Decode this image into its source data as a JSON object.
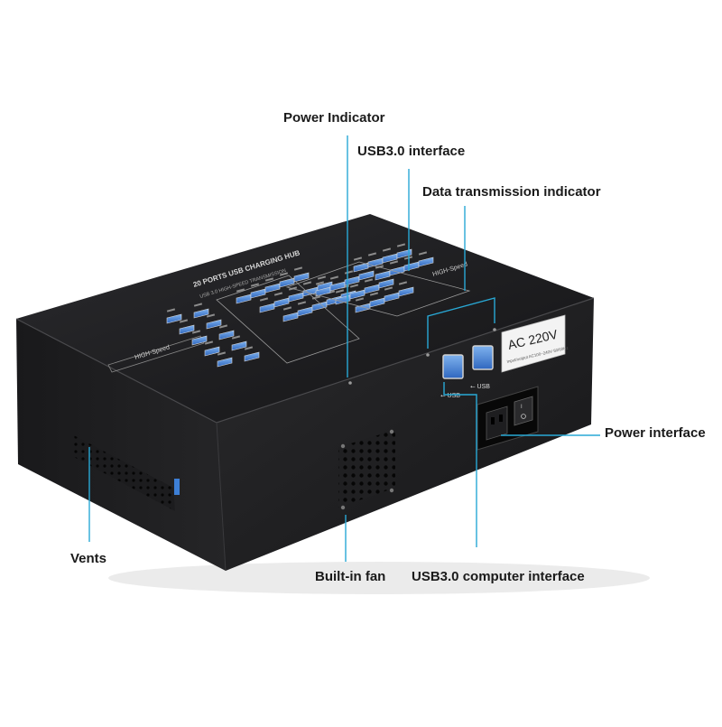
{
  "callouts": {
    "power_indicator": "Power Indicator",
    "usb3_interface": "USB3.0 interface",
    "data_transmission_indicator": "Data transmission indicator",
    "power_interface": "Power interface",
    "vents": "Vents",
    "built_in_fan": "Built-in fan",
    "usb3_computer_interface": "USB3.0 computer interface"
  },
  "device": {
    "voltage_label": "AC  220V",
    "rating_text": "Input/output AC100~240V 50/60Hz",
    "brand_label_1": "HIGH-Speed",
    "brand_label_2": "HIGH-Speed",
    "top_title": "20 PORTS USB CHARGING HUB",
    "top_subtitle": "USB 3.0 HIGH-SPEED TRANSMISSION",
    "usb_symbol_1": "⭠ USB",
    "usb_symbol_2": "⭠ USB"
  },
  "colors": {
    "leader_line": "#29a9d6",
    "device_body": "#1b1b1d",
    "usb_blue": "#3d7fd6",
    "label_white": "#f3f3f3"
  }
}
